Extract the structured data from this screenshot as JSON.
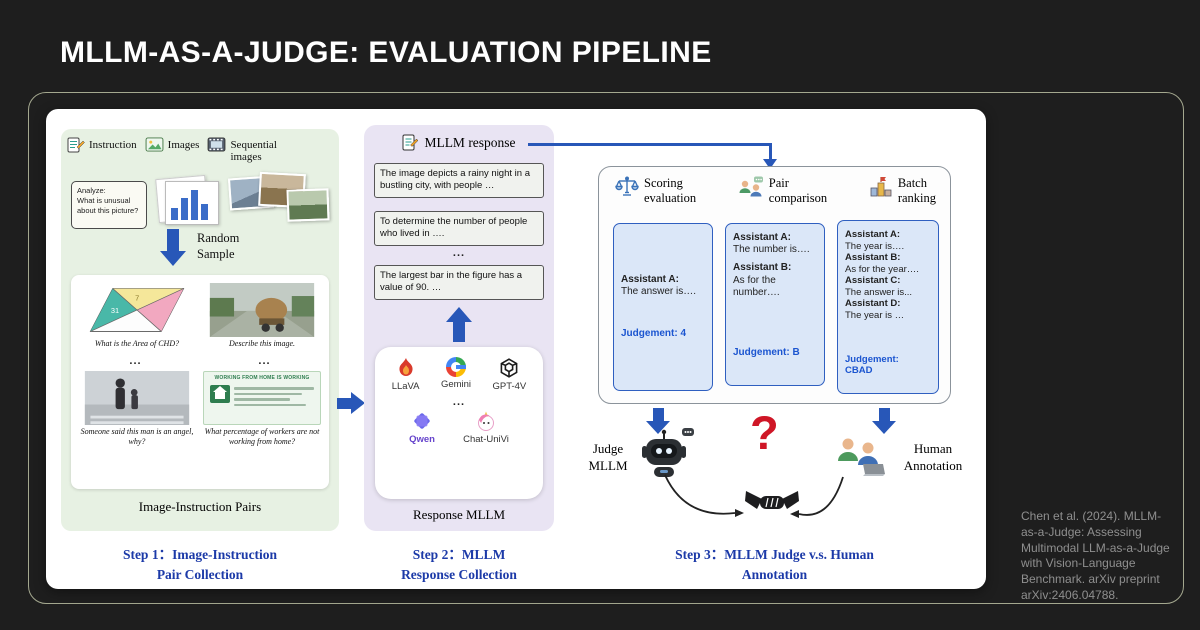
{
  "title": "MLLM-AS-A-JUDGE: EVALUATION PIPELINE",
  "citation": "Chen et al. (2024). MLLM-as-a-Judge: Assessing Multimodal LLM-as-a-Judge with Vision-Language Benchmark. arXiv preprint arXiv:2406.04788.",
  "colors": {
    "accent_blue": "#2857b8",
    "judgement_blue": "#1b55d0",
    "step_label_blue": "#1c3aa8",
    "question_red": "#cf1626"
  },
  "step1": {
    "sources": {
      "instruction": "Instruction",
      "images": "Images",
      "sequential": "Sequential images"
    },
    "analyze_box": {
      "line1": "Analyze:",
      "line2": "What is unusual about this picture?"
    },
    "random_sample": {
      "line1": "Random",
      "line2": "Sample"
    },
    "geometry": {
      "caption": "What is the Area of CHD?",
      "label_a": "31",
      "label_b": "7"
    },
    "hay": {
      "caption": "Describe this image."
    },
    "man": {
      "caption": "Someone said this man is an angel, why?"
    },
    "infographic": {
      "caption": "What percentage of workers are not working from home?",
      "title": "WORKING FROM HOME IS WORKING"
    },
    "ellipsis": "...",
    "panel_label": "Image-Instruction Pairs",
    "step_label": {
      "line1": "Step 1：Image-Instruction",
      "line2": "Pair Collection"
    }
  },
  "step2": {
    "header": "MLLM response",
    "responses": {
      "r1": "The image depicts a rainy night in a bustling city, with people …",
      "r2": "To determine the number of people who lived in ….",
      "r3": "The largest bar in the figure has a value of 90. …"
    },
    "ellipsis": "...",
    "models": {
      "llava": "LLaVA",
      "gemini": "Gemini",
      "gpt4v": "GPT-4V",
      "qwen": "Qwen",
      "chatunivi": "Chat-UniVi"
    },
    "panel_label": "Response MLLM",
    "step_label": {
      "line1": "Step 2：MLLM",
      "line2": "Response Collection"
    }
  },
  "step3": {
    "modes": {
      "scoring": {
        "line1": "Scoring",
        "line2": "evaluation"
      },
      "pair": {
        "line1": "Pair",
        "line2": "comparison"
      },
      "batch": {
        "line1": "Batch",
        "line2": "ranking"
      }
    },
    "scoring_box": {
      "a_label": "Assistant A:",
      "a_text": "The answer is….",
      "judgement": "Judgement: 4"
    },
    "pair_box": {
      "a_label": "Assistant A:",
      "a_text": "The number is….",
      "b_label": "Assistant B:",
      "b_text": "As for the number….",
      "judgement": "Judgement: B"
    },
    "batch_box": {
      "a_label": "Assistant A:",
      "a_text": "The year is….",
      "b_label": "Assistant B:",
      "b_text": "As for the year….",
      "c_label": "Assistant C:",
      "c_text": "The answer is...",
      "d_label": "Assistant D:",
      "d_text": "The year is …",
      "judgement_line1": "Judgement:",
      "judgement_line2": "CBAD"
    },
    "judge": {
      "line1": "Judge",
      "line2": "MLLM"
    },
    "question_mark": "?",
    "human": {
      "line1": "Human",
      "line2": "Annotation"
    },
    "step_label": {
      "line1": "Step 3：MLLM Judge v.s. Human",
      "line2": "Annotation"
    }
  }
}
